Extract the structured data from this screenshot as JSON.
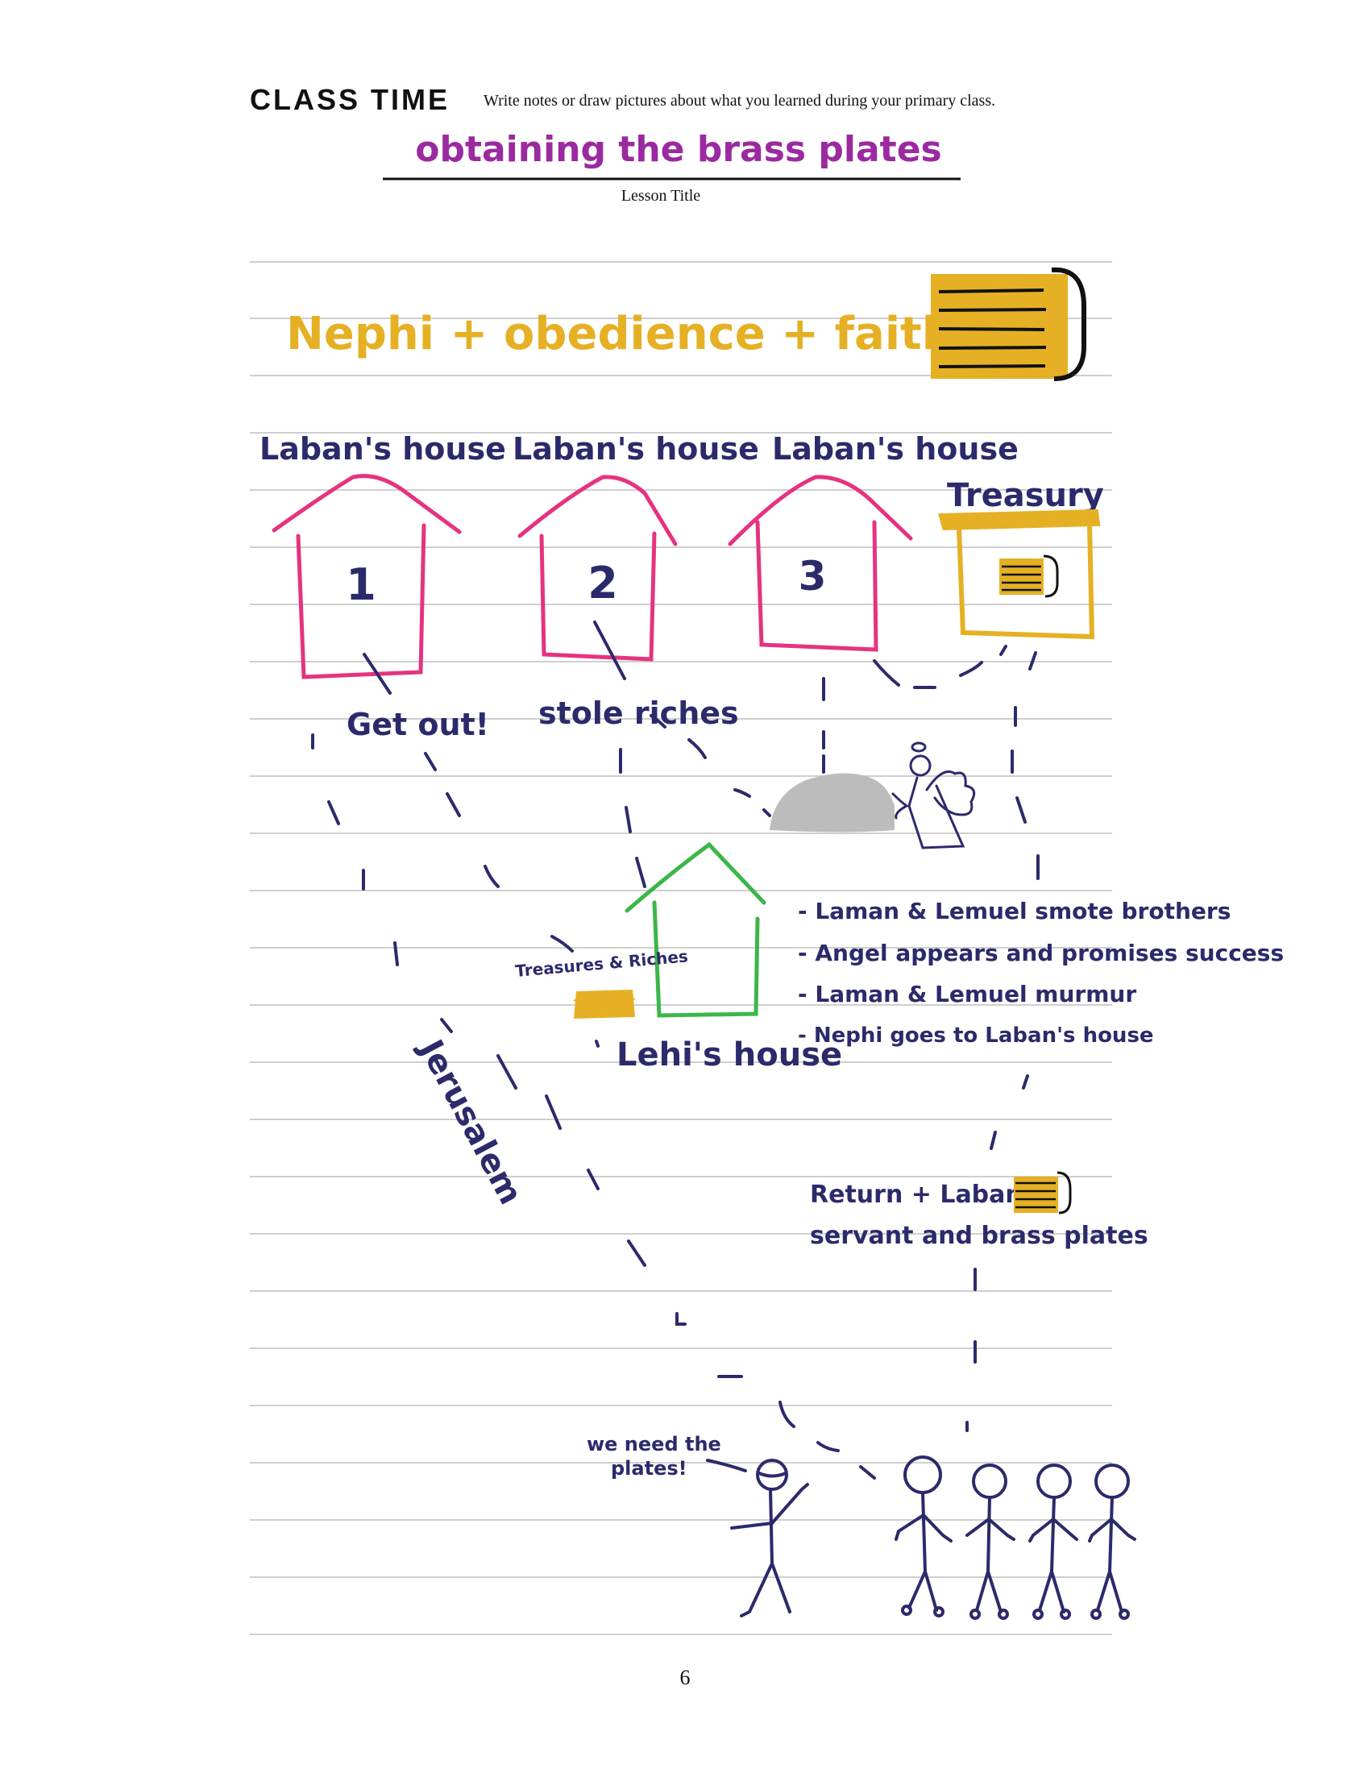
{
  "header": {
    "heading": "CLASS TIME",
    "instructions": "Write notes or draw pictures about what you learned during your primary class.",
    "lesson_title": "obtaining the brass plates",
    "lesson_title_caption": "Lesson Title"
  },
  "equation": "Nephi + obedience + faith =",
  "houses": {
    "labans": [
      {
        "label": "Laban's house",
        "number": "1"
      },
      {
        "label": "Laban's house",
        "number": "2"
      },
      {
        "label": "Laban's house",
        "number": "3"
      }
    ],
    "treasury": "Treasury",
    "lehis": "Lehi's house"
  },
  "notes": {
    "get_out": "Get out!",
    "stole_riches": "stole riches",
    "treasures": "Treasures & Riches",
    "jerusalem": "Jerusalem",
    "events": [
      "- Laman & Lemuel smote brothers",
      "- Angel appears and promises success",
      "- Laman & Lemuel murmur",
      "- Nephi goes to Laban's house"
    ],
    "return_line1": "Return + Laban's",
    "return_line2": "servant and brass plates",
    "speech_line1": "we need the",
    "speech_line2": "plates!"
  },
  "page_number": "6",
  "colors": {
    "purple": "#9b2aa0",
    "navy": "#2b2a6b",
    "gold": "#e6b025",
    "pink": "#e5337f",
    "green": "#3cb648",
    "gray": "#bcbcbc",
    "rule": "#cfcfcf"
  }
}
